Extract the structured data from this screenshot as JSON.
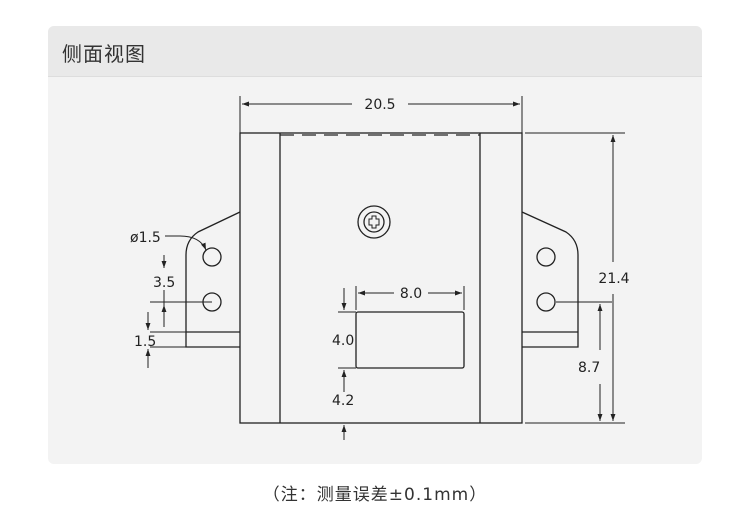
{
  "panel": {
    "title": "侧面视图"
  },
  "dimensions": {
    "width": "20.5",
    "height": "21.4",
    "hole_diameter": "ø1.5",
    "hole_spacing": "3.5",
    "tab_thickness": "1.5",
    "window_width": "8.0",
    "window_height": "4.0",
    "window_bottom": "4.2",
    "hole_height": "8.7"
  },
  "note": {
    "text": "（注：测量误差±0.1mm）"
  },
  "colors": {
    "panel_bg": "#f3f3f3",
    "line": "#222222"
  }
}
